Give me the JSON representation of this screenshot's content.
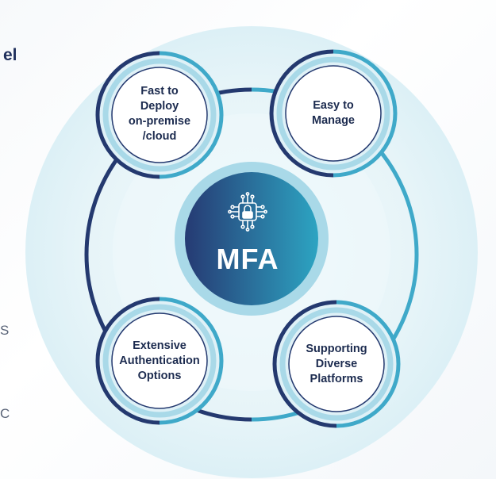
{
  "edge_fragments": {
    "top": "el",
    "middle": "S",
    "bottom": "C"
  },
  "center": {
    "label": "MFA",
    "icon": "chip-lock-icon"
  },
  "nodes": [
    {
      "key": "fast-deploy",
      "lines": [
        "Fast to",
        "Deploy",
        "on-premise",
        "/cloud"
      ]
    },
    {
      "key": "easy-manage",
      "lines": [
        "Easy to",
        "Manage"
      ]
    },
    {
      "key": "auth-options",
      "lines": [
        "Extensive",
        "Authentication",
        "Options"
      ]
    },
    {
      "key": "diverse-platforms",
      "lines": [
        "Supporting",
        "Diverse",
        "Platforms"
      ]
    }
  ],
  "colors": {
    "navy": "#24396f",
    "teal": "#3fa9c9",
    "light_blue": "#a9d9e8",
    "halo": "#e1f2f7",
    "center_gradient_start": "#263a73",
    "center_gradient_end": "#2da4c2"
  }
}
